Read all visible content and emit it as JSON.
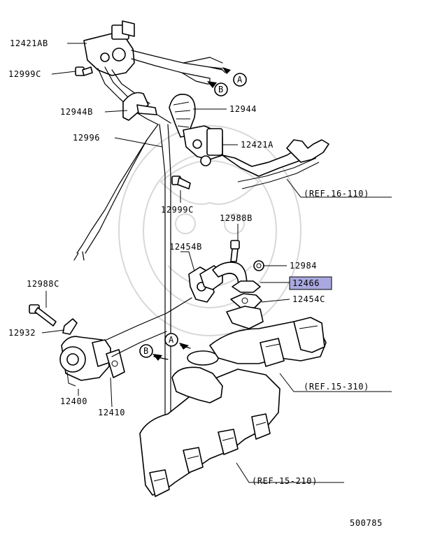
{
  "labels": {
    "l12421AB": "12421AB",
    "l12999C_top": "12999C",
    "l12944B": "12944B",
    "l12944": "12944",
    "l12996": "12996",
    "l12421A": "12421A",
    "lref16110": "(REF.16-110)",
    "l12999C_mid": "12999C",
    "l12988B": "12988B",
    "l12454B": "12454B",
    "l12984": "12984",
    "l12466": "12466",
    "l12454C": "12454C",
    "l12988C": "12988C",
    "l12932": "12932",
    "l12400": "12400",
    "l12410": "12410",
    "lref15310": "(REF.15-310)",
    "lref15210": "(REF.15-210)",
    "l500785": "500785"
  },
  "callouts": {
    "a_top": "A",
    "b_top": "B",
    "a_mid": "A",
    "b_mid": "B"
  },
  "highlight_color": "#a9a9e0"
}
